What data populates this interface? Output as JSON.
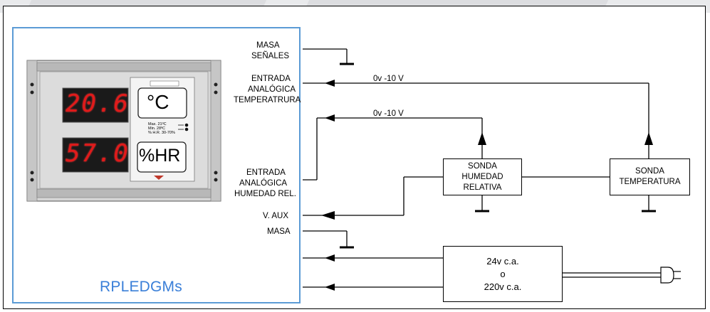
{
  "diagram": {
    "device": {
      "model": "RPLEDGMs",
      "display_top": "20.6",
      "display_bottom": "57.0",
      "unit_top": "°C",
      "unit_bottom": "%HR",
      "legend_max": "Max. 21ºC",
      "legend_min": "Min. 28ºC",
      "legend_hr": "% H.R. 30-70%"
    },
    "labels": {
      "masa_senales_1": "MASA",
      "masa_senales_2": "SEÑALES",
      "entrada_temp_1": "ENTRADA",
      "entrada_temp_2": "ANALÓGICA",
      "entrada_temp_3": "TEMPERATRURA",
      "entrada_hum_1": "ENTRADA",
      "entrada_hum_2": "ANALÓGICA",
      "entrada_hum_3": "HUMEDAD REL.",
      "v_aux": "V. AUX",
      "masa": "MASA",
      "signal_range_1": "0v -10 V",
      "signal_range_2": "0v -10 V"
    },
    "sonda_humedad": {
      "line1": "SONDA",
      "line2": "HUMEDAD",
      "line3": "RELATIVA"
    },
    "sonda_temperatura": {
      "line1": "SONDA",
      "line2": "TEMPERATURA"
    },
    "power": {
      "line1": "24v c.a.",
      "line2": "o",
      "line3": "220v c.a."
    }
  }
}
